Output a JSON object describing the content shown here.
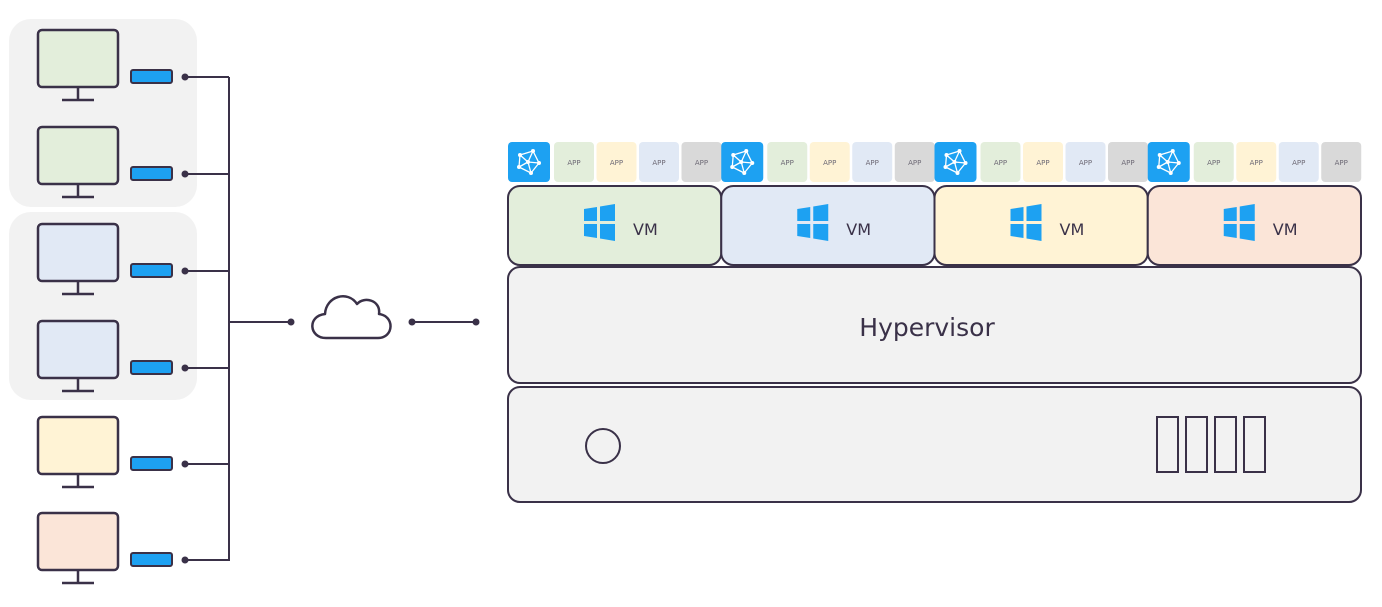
{
  "colors": {
    "outline": "#3a3148",
    "accent": "#1da1f2",
    "group_bg": "#f2f2f2",
    "green": "#e3eedb",
    "blue": "#e1e9f5",
    "yellow": "#fff3d5",
    "peach": "#fbe5d8",
    "gray_app": "#d9d9d9",
    "server_bg": "#f2f2f2"
  },
  "clients": [
    {
      "screen_color": "green",
      "group": 1
    },
    {
      "screen_color": "green",
      "group": 1
    },
    {
      "screen_color": "blue",
      "group": 2
    },
    {
      "screen_color": "blue",
      "group": 2
    },
    {
      "screen_color": "yellow",
      "group": 0
    },
    {
      "screen_color": "peach",
      "group": 0
    }
  ],
  "network": {
    "icon": "cloud-icon"
  },
  "host": {
    "vms": [
      {
        "label": "VM",
        "color": "green",
        "os_icon": "windows-logo-icon"
      },
      {
        "label": "VM",
        "color": "blue",
        "os_icon": "windows-logo-icon"
      },
      {
        "label": "VM",
        "color": "yellow",
        "os_icon": "windows-logo-icon"
      },
      {
        "label": "VM",
        "color": "peach",
        "os_icon": "windows-logo-icon"
      }
    ],
    "app_tiles": [
      {
        "label": "APP",
        "color": "green"
      },
      {
        "label": "APP",
        "color": "yellow"
      },
      {
        "label": "APP",
        "color": "blue"
      },
      {
        "label": "APP",
        "color": "gray_app"
      }
    ],
    "agent_icon": "network-node-icon",
    "hypervisor_label": "Hypervisor",
    "server": {
      "power_icon": "power-button-icon",
      "drive_bays": 4
    }
  }
}
